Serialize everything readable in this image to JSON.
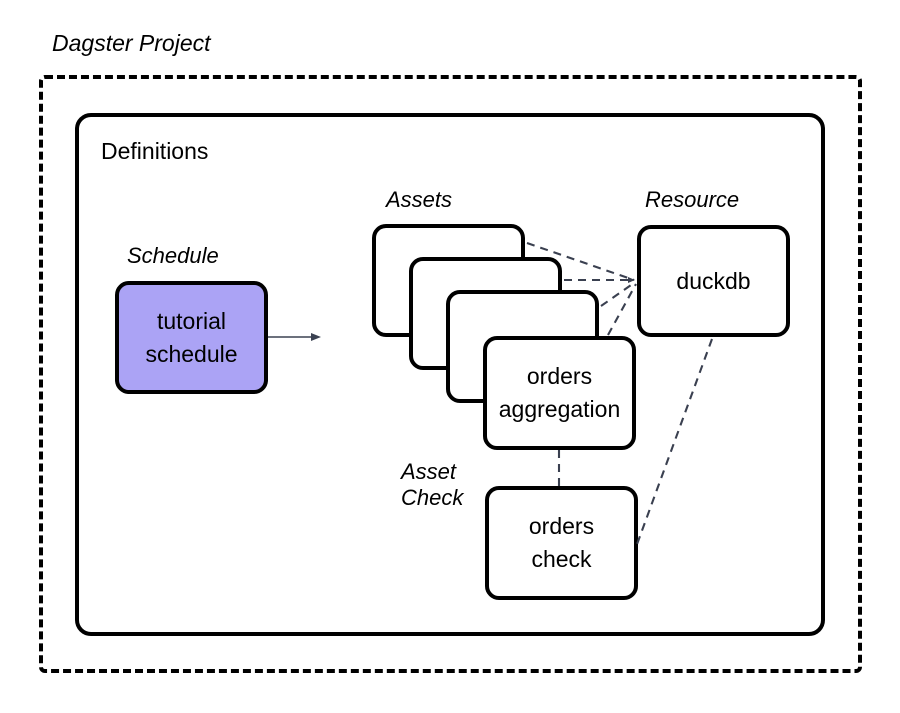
{
  "diagram": {
    "title": "Dagster Project",
    "inner_container_title": "Definitions",
    "background_color": "#ffffff",
    "stroke_color": "#000000",
    "dashed_stroke_color": "#3a4050",
    "arrow_color": "#3b4252",
    "schedule_fill_color": "#ABA3F5"
  },
  "group_labels": {
    "schedule": "Schedule",
    "assets": "Assets",
    "resource": "Resource",
    "asset_check_line1": "Asset",
    "asset_check_line2": "Check"
  },
  "nodes": {
    "schedule": {
      "line1": "tutorial",
      "line2": "schedule"
    },
    "assets": [
      {
        "line1": "",
        "line2": ""
      },
      {
        "line1": "",
        "line2": ""
      },
      {
        "line1": "",
        "line2": ""
      },
      {
        "line1": "orders",
        "line2": "aggregation"
      }
    ],
    "resource": {
      "line1": "duckdb",
      "line2": ""
    },
    "asset_check": {
      "line1": "orders",
      "line2": "check"
    }
  },
  "edges": [
    {
      "name": "schedule-to-assets",
      "style": "solid-arrow",
      "from": "schedule",
      "to": "assets"
    },
    {
      "name": "asset1-to-duckdb",
      "style": "dashed",
      "from": "asset-card-1",
      "to": "resource"
    },
    {
      "name": "asset2-to-duckdb",
      "style": "dashed",
      "from": "asset-card-2",
      "to": "resource"
    },
    {
      "name": "asset3-to-duckdb",
      "style": "dashed",
      "from": "asset-card-3",
      "to": "resource"
    },
    {
      "name": "asset4-to-duckdb",
      "style": "dashed",
      "from": "asset-card-4",
      "to": "resource"
    },
    {
      "name": "orders-aggregation-to-orders-check",
      "style": "dashed",
      "from": "asset-card-4",
      "to": "asset_check"
    },
    {
      "name": "duckdb-to-orders-check",
      "style": "dashed",
      "from": "resource",
      "to": "asset_check"
    }
  ]
}
